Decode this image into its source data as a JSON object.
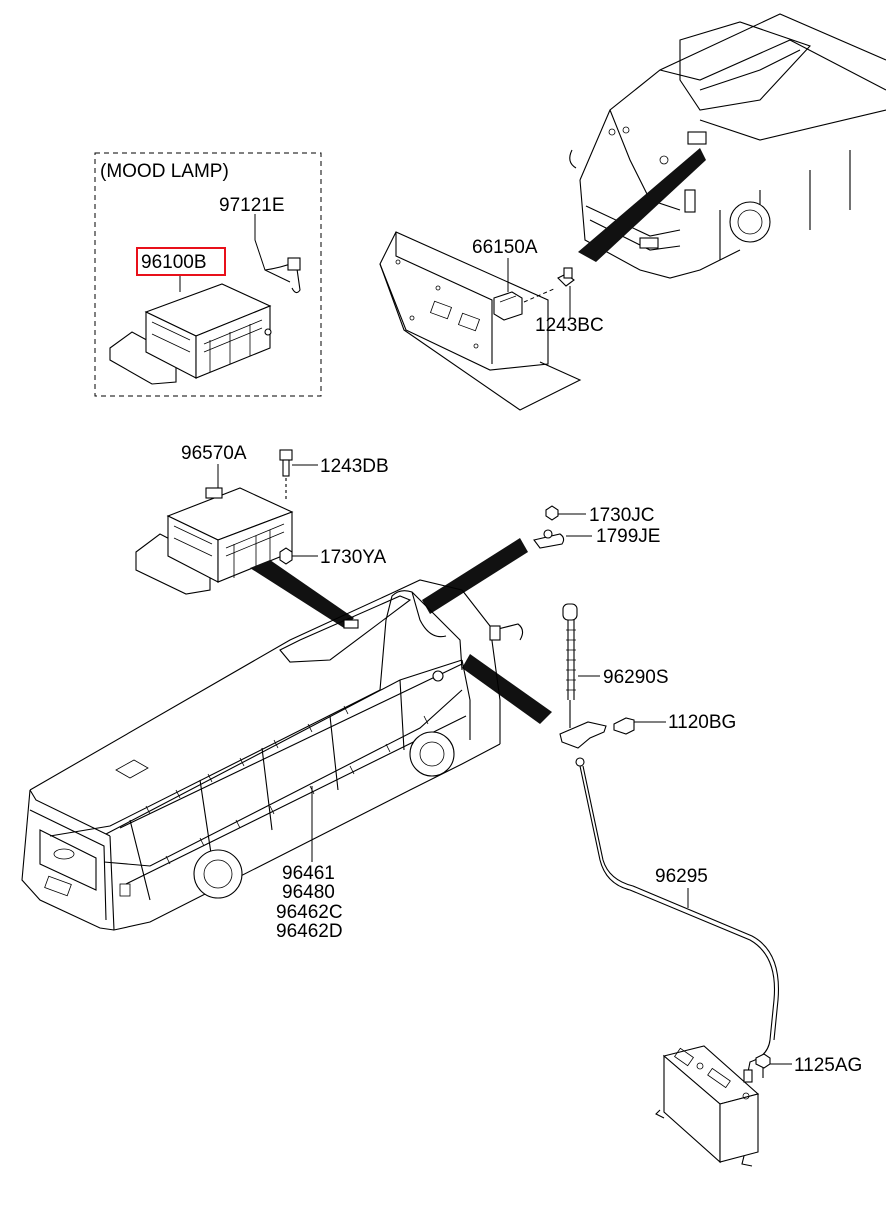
{
  "mood_lamp_group": {
    "title": "(MOOD LAMP)",
    "parts": [
      "97121E",
      "96100B"
    ],
    "highlighted_part": "96100B",
    "highlight_color": "#e8101a"
  },
  "parts": {
    "p97121E": "97121E",
    "p96100B": "96100B",
    "p66150A": "66150A",
    "p1243BC": "1243BC",
    "p96570A": "96570A",
    "p1243DB": "1243DB",
    "p1730JC": "1730JC",
    "p1799JE": "1799JE",
    "p1730YA": "1730YA",
    "p96290S": "96290S",
    "p1120BG": "1120BG",
    "p96461": "96461",
    "p96480": "96480",
    "p96462C": "96462C",
    "p96462D": "96462D",
    "p96295": "96295",
    "p1125AG": "1125AG"
  }
}
